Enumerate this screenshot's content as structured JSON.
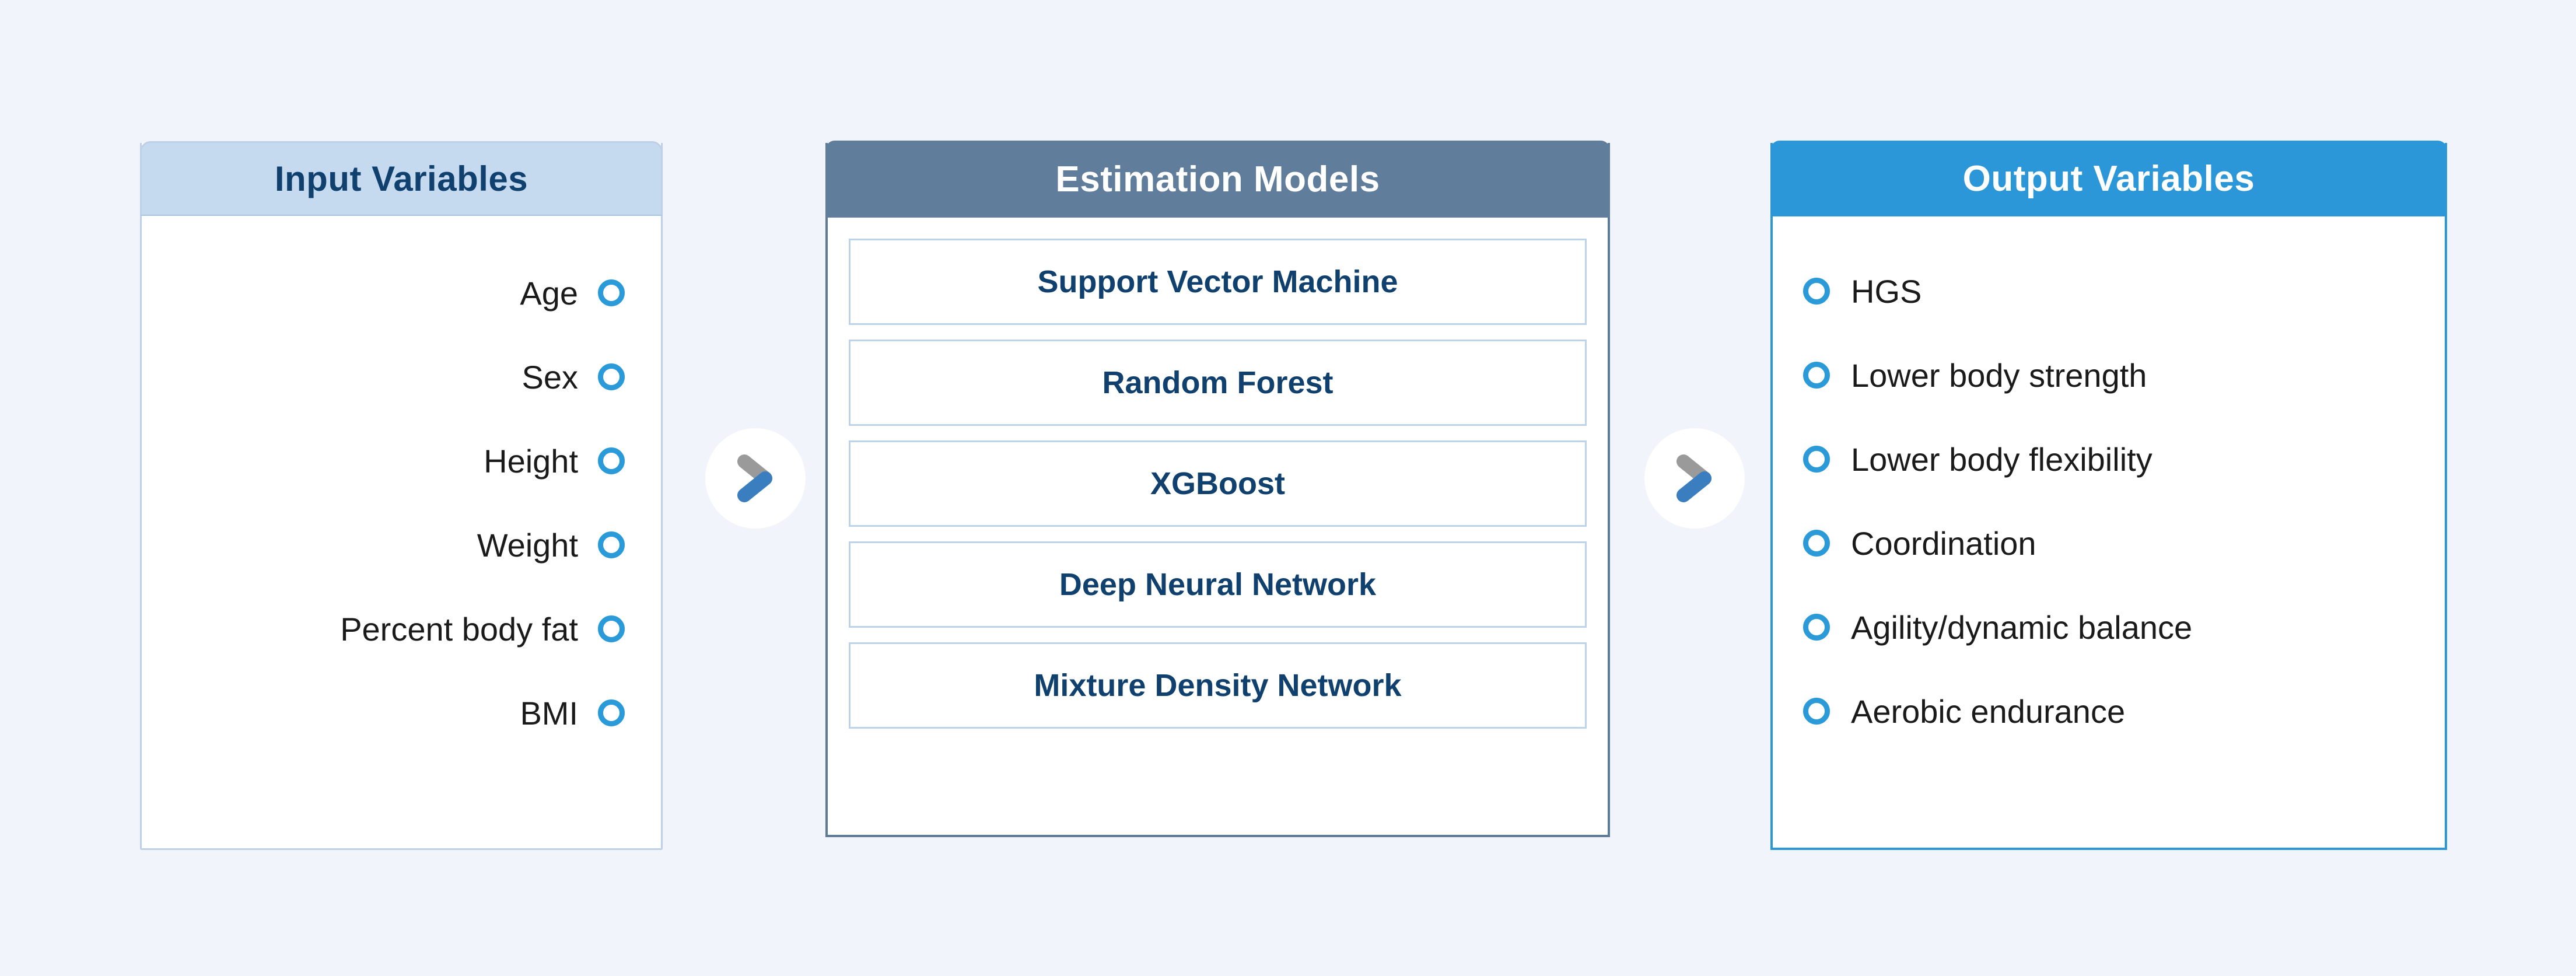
{
  "colors": {
    "background": "#f1f4fa",
    "input_header_bg": "#c5d9ef",
    "input_header_text": "#10406e",
    "input_border": "#bdd0e8",
    "models_header_bg": "#607d9b",
    "models_header_text": "#ffffff",
    "models_border": "#5d7a99",
    "model_card_border": "#bdd3ea",
    "model_card_text": "#10406e",
    "output_header_bg": "#2b97d8",
    "output_header_text": "#ffffff",
    "output_border": "#2b97d8",
    "ring_blue": "#2b9ad9",
    "arrow_gray": "#9a9a9a",
    "arrow_blue": "#3a7ebf",
    "label_text": "#1a1a1a"
  },
  "input_panel": {
    "title": "Input Variables",
    "items": [
      {
        "label": "Age",
        "marker": "circle-ring-icon"
      },
      {
        "label": "Sex",
        "marker": "circle-ring-icon"
      },
      {
        "label": "Height",
        "marker": "circle-ring-icon"
      },
      {
        "label": "Weight",
        "marker": "circle-ring-icon"
      },
      {
        "label": "Percent body fat",
        "marker": "circle-ring-icon"
      },
      {
        "label": "BMI",
        "marker": "circle-ring-icon"
      }
    ]
  },
  "models_panel": {
    "title": "Estimation Models",
    "items": [
      {
        "label": "Support Vector Machine"
      },
      {
        "label": "Random Forest"
      },
      {
        "label": "XGBoost"
      },
      {
        "label": "Deep Neural Network"
      },
      {
        "label": "Mixture Density Network"
      }
    ]
  },
  "output_panel": {
    "title": "Output Variables",
    "items": [
      {
        "label": "HGS",
        "marker": "circle-ring-icon"
      },
      {
        "label": "Lower body strength",
        "marker": "circle-ring-icon"
      },
      {
        "label": "Lower body flexibility",
        "marker": "circle-ring-icon"
      },
      {
        "label": "Coordination",
        "marker": "circle-ring-icon"
      },
      {
        "label": "Agility/dynamic balance",
        "marker": "circle-ring-icon"
      },
      {
        "label": "Aerobic endurance",
        "marker": "circle-ring-icon"
      }
    ]
  },
  "connectors": [
    {
      "name": "chevron-right-icon",
      "from": "input_panel",
      "to": "models_panel"
    },
    {
      "name": "chevron-right-icon",
      "from": "models_panel",
      "to": "output_panel"
    }
  ]
}
